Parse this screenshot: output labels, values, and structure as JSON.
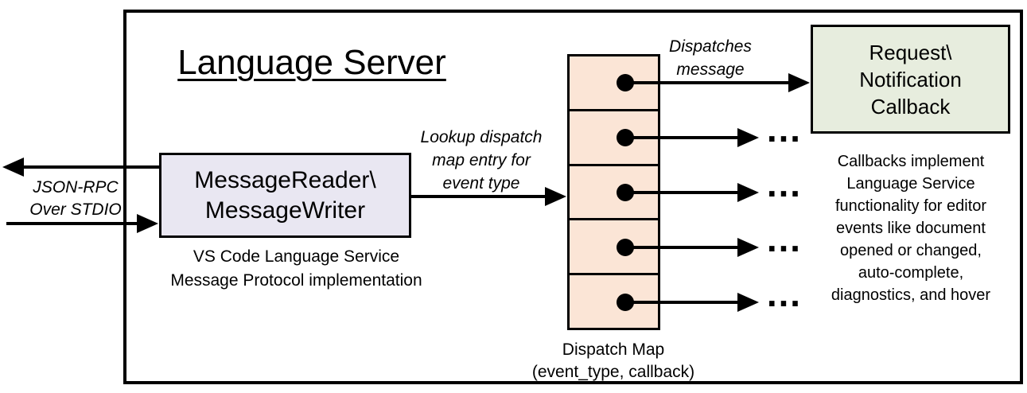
{
  "title": "Language Server",
  "io_label": {
    "line1": "JSON-RPC",
    "line2": "Over STDIO"
  },
  "reader_box": {
    "line1": "MessageReader\\",
    "line2": "MessageWriter"
  },
  "reader_caption": {
    "line1": "VS Code Language Service",
    "line2": "Message Protocol implementation"
  },
  "lookup_label": {
    "line1": "Lookup dispatch",
    "line2": "map entry for",
    "line3": "event type"
  },
  "dispatches_label": {
    "line1": "Dispatches",
    "line2": "message"
  },
  "dispatch_map": {
    "cell_count": 5,
    "caption_line1": "Dispatch Map",
    "caption_line2": "(event_type, callback)"
  },
  "callback_box": {
    "line1": "Request\\",
    "line2": "Notification",
    "line3": "Callback"
  },
  "callbacks_note": {
    "lines": [
      "Callbacks implement",
      "Language Service",
      "functionality for editor",
      "events like document",
      "opened or changed,",
      "auto-complete,",
      "diagnostics, and hover"
    ]
  },
  "ellipsis": "…",
  "colors": {
    "stroke": "#000000",
    "reader_box_fill": "#e9e7f2",
    "dispatch_cell_fill": "#fbe5d6",
    "callback_box_fill": "#e7edde",
    "background": "#ffffff"
  }
}
